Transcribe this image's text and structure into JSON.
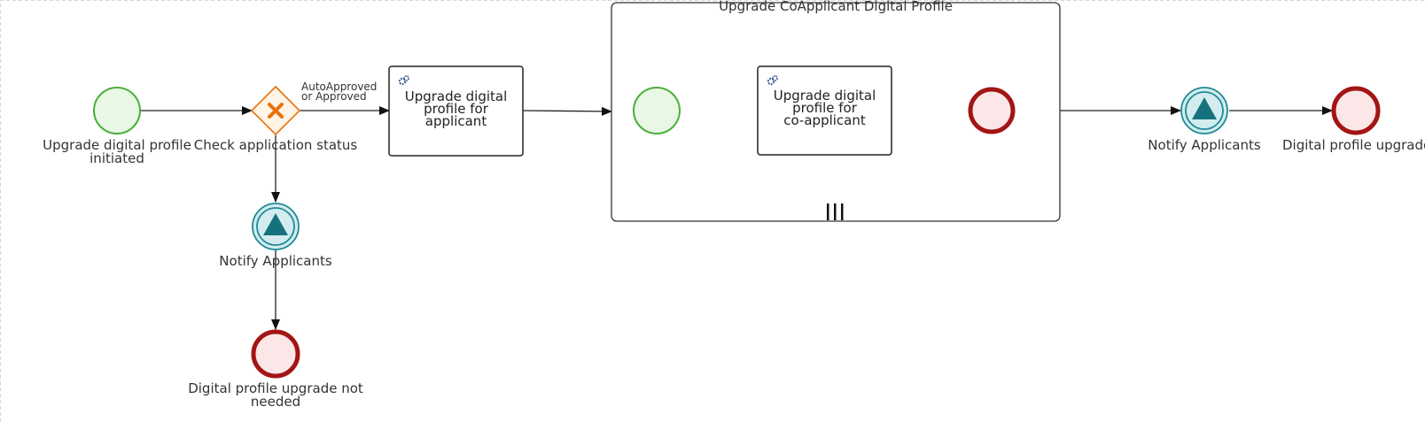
{
  "diagram": {
    "start_event": {
      "label": "Upgrade digital profile\ninitiated"
    },
    "gateway": {
      "label": "Check application status",
      "flow_condition": "AutoApproved\nor Approved",
      "marker_color": "#e8720c"
    },
    "task_applicant": {
      "label": "Upgrade digital\nprofile for\napplicant",
      "icon": "service-task-icon"
    },
    "subprocess": {
      "title": "Upgrade CoApplicant Digital Profile",
      "marker": "III",
      "task_coapplicant": {
        "label": "Upgrade digital\nprofile for\nco-applicant",
        "icon": "service-task-icon"
      }
    },
    "notify_lower": {
      "label": "Notify Applicants",
      "icon": "escalation-triangle-icon"
    },
    "end_not_needed": {
      "label": "Digital profile upgrade not\nneeded"
    },
    "notify_right": {
      "label": "Notify Applicants",
      "icon": "escalation-triangle-icon"
    },
    "end_upgraded": {
      "label": "Digital profile upgraded"
    },
    "colors": {
      "start_stroke": "#4caf3b",
      "start_fill": "#e9f7e5",
      "end_stroke": "#a31515",
      "end_fill": "#fbe7e7",
      "intermediate_stroke": "#1f8a94",
      "intermediate_fill": "#d2ecef",
      "gateway_stroke": "#e8720c",
      "gateway_fill": "#fff4e6"
    }
  }
}
